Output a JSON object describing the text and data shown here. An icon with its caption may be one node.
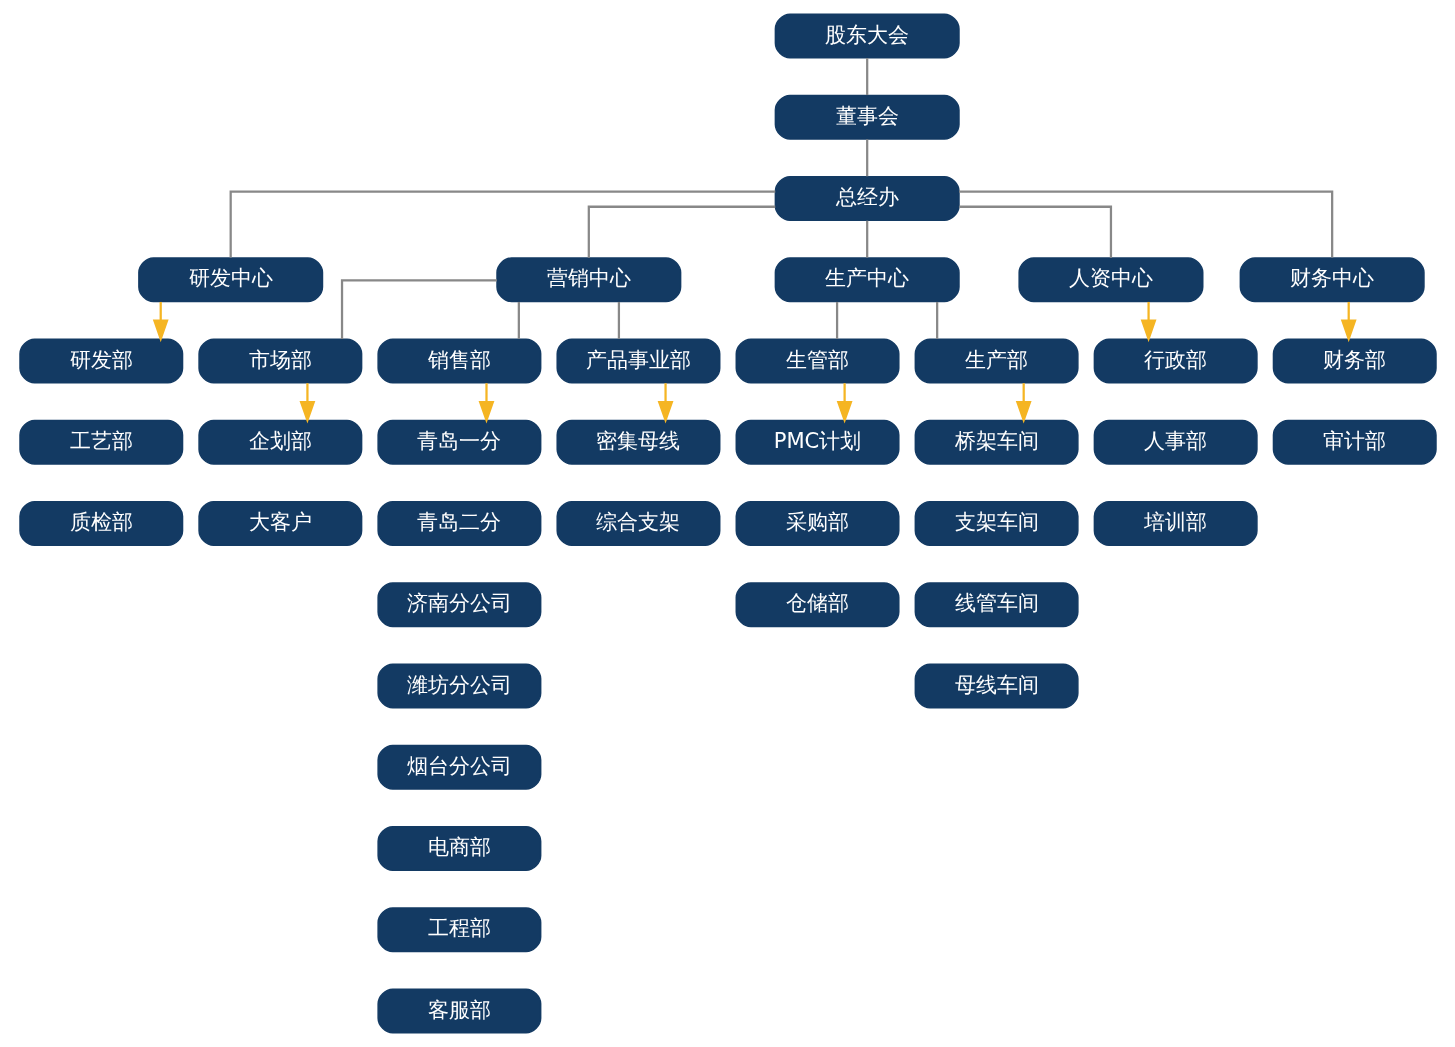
{
  "diagram": {
    "nodes": [
      {
        "text": [
          "股东大会"
        ]
      },
      {
        "text": [
          "董事会"
        ]
      },
      {
        "text": [
          "总经办"
        ]
      },
      {
        "text": [
          "研发中心"
        ]
      },
      {
        "text": [
          "营销中心"
        ]
      },
      {
        "text": [
          "生产中心"
        ]
      },
      {
        "text": [
          "人资中心"
        ]
      },
      {
        "text": [
          "财务中心"
        ]
      },
      {
        "text": [
          "研发部"
        ]
      },
      {
        "text": [
          "市场部"
        ]
      },
      {
        "text": [
          "销售部"
        ]
      },
      {
        "text": [
          "产品事业部"
        ]
      },
      {
        "text": [
          "生管部"
        ]
      },
      {
        "text": [
          "生产部"
        ]
      },
      {
        "text": [
          "行政部"
        ]
      },
      {
        "text": [
          "财务部"
        ]
      },
      {
        "text": [
          "工艺部"
        ]
      },
      {
        "text": [
          "企划部"
        ]
      },
      {
        "text": [
          "青岛一分"
        ]
      },
      {
        "text": [
          "密集母线"
        ]
      },
      {
        "text": [
          "PMC计划"
        ]
      },
      {
        "text": [
          "桥架车间"
        ]
      },
      {
        "text": [
          "人事部"
        ]
      },
      {
        "text": [
          "审计部"
        ]
      },
      {
        "text": [
          "质检部"
        ]
      },
      {
        "text": [
          "大客户"
        ]
      },
      {
        "text": [
          "青岛二分"
        ]
      },
      {
        "text": [
          "综合支架"
        ]
      },
      {
        "text": [
          "采购部"
        ]
      },
      {
        "text": [
          "支架车间"
        ]
      },
      {
        "text": [
          "培训部"
        ]
      },
      {
        "text": [
          "济南分公司"
        ]
      },
      {
        "text": [
          "仓储部"
        ]
      },
      {
        "text": [
          "线管车间"
        ]
      },
      {
        "text": [
          "潍坊分公司"
        ]
      },
      {
        "text": [
          "母线车间"
        ]
      },
      {
        "text": [
          "烟台分公司"
        ]
      },
      {
        "text": [
          "电商部"
        ]
      },
      {
        "text": [
          "工程部"
        ]
      },
      {
        "text": [
          "客服部"
        ]
      }
    ],
    "edges": [
      {
        "from": 0,
        "to": 1,
        "arrow": "none"
      },
      {
        "from": 1,
        "to": 2,
        "arrow": "none"
      },
      {
        "from": 2,
        "to": 3,
        "arrow": "none"
      },
      {
        "from": 2,
        "to": 4,
        "arrow": "none"
      },
      {
        "from": 2,
        "to": 5,
        "arrow": "none"
      },
      {
        "from": 2,
        "to": 6,
        "arrow": "none"
      },
      {
        "from": 2,
        "to": 7,
        "arrow": "none"
      },
      {
        "from": 4,
        "to": 9,
        "arrow": "none"
      },
      {
        "from": 4,
        "to": 10,
        "arrow": "none"
      },
      {
        "from": 4,
        "to": 11,
        "arrow": "none"
      },
      {
        "from": 5,
        "to": 12,
        "arrow": "none"
      },
      {
        "from": 5,
        "to": 13,
        "arrow": "none"
      },
      {
        "from": 3,
        "to": 8,
        "arrow": "to",
        "color": "#f5b523"
      },
      {
        "from": 9,
        "to": 17,
        "arrow": "to",
        "color": "#f5b523"
      },
      {
        "from": 10,
        "to": 18,
        "arrow": "to",
        "color": "#f5b523"
      },
      {
        "from": 11,
        "to": 19,
        "arrow": "to",
        "color": "#f5b523"
      },
      {
        "from": 12,
        "to": 20,
        "arrow": "to",
        "color": "#f5b523"
      },
      {
        "from": 13,
        "to": 21,
        "arrow": "to",
        "color": "#f5b523"
      },
      {
        "from": 6,
        "to": 14,
        "arrow": "to",
        "color": "#f5b523"
      },
      {
        "from": 7,
        "to": 15,
        "arrow": "to",
        "color": "#f5b523"
      }
    ]
  }
}
